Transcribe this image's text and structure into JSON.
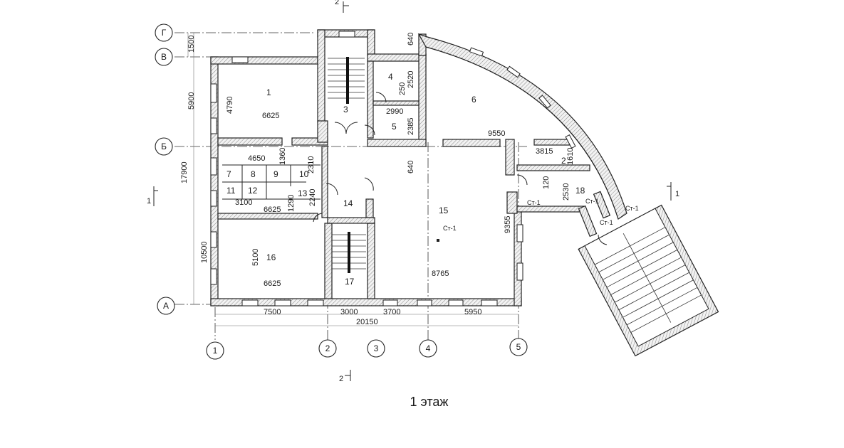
{
  "caption": "1 этаж",
  "axes": {
    "rows": [
      "Г",
      "В",
      "Б",
      "А"
    ],
    "cols": [
      "1",
      "2",
      "3",
      "4",
      "5"
    ]
  },
  "section_marks": {
    "top": "2",
    "bottom": "2",
    "left": "1",
    "right": "1"
  },
  "rooms": {
    "r1": "1",
    "r2": "2",
    "r3": "3",
    "r4": "4",
    "r5": "5",
    "r6": "6",
    "r7": "7",
    "r8": "8",
    "r9": "9",
    "r10": "10",
    "r11": "11",
    "r12": "12",
    "r13": "13",
    "r14": "14",
    "r15": "15",
    "r16": "16",
    "r17": "17",
    "r18": "18"
  },
  "dims": {
    "d1500": "1500",
    "d5900": "5900",
    "d17900": "17900",
    "d10500": "10500",
    "d4790": "4790",
    "d6625a": "6625",
    "d640a": "640",
    "d250": "250",
    "d2520": "2520",
    "d2990": "2990",
    "d2385": "2385",
    "d9550": "9550",
    "d640b": "640",
    "d4650": "4650",
    "d1360": "1360",
    "d2310": "2310",
    "d3815": "3815",
    "d1610": "1610",
    "d120": "120",
    "d2530": "2530",
    "d3100": "3100",
    "d6625b": "6625",
    "d1290": "1290",
    "d2240": "2240",
    "d9355": "9355",
    "d5100": "5100",
    "d6625c": "6625",
    "d8765": "8765",
    "d7500": "7500",
    "d3000": "3000",
    "d3700": "3700",
    "d5950": "5950",
    "d20150": "20150"
  },
  "wall_marks": {
    "st1a": "Ст-1",
    "st1b": "Ст-1",
    "st1c": "Ст-1",
    "st1d": "Ст-1",
    "st1e": "Ст-1"
  }
}
